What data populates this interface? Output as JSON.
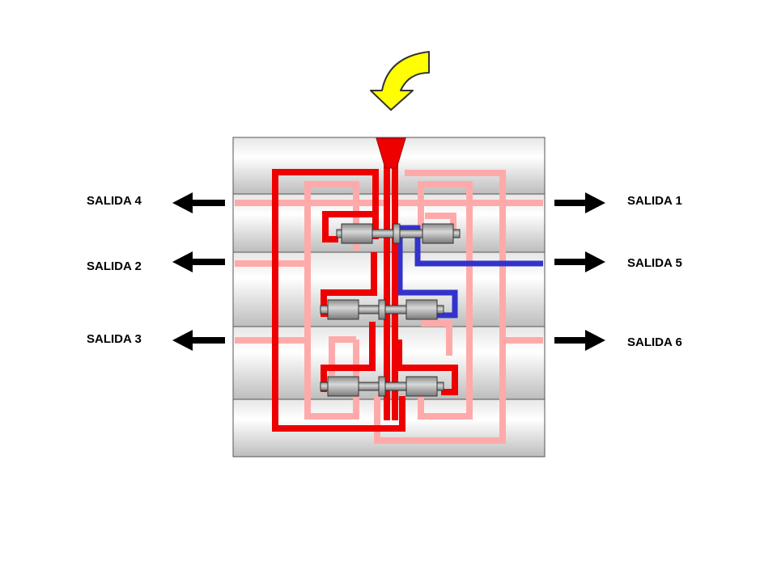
{
  "labels": {
    "salida4": "SALIDA 4",
    "salida2": "SALIDA 2",
    "salida3": "SALIDA 3",
    "salida1": "SALIDA 1",
    "salida5": "SALIDA 5",
    "salida6": "SALIDA 6"
  },
  "colors": {
    "pressure": "#ee0000",
    "pressure_light": "#ffaaaa",
    "return": "#3333cc",
    "inlet_arrow": "#ffff00",
    "outlet_arrow": "#000000"
  }
}
